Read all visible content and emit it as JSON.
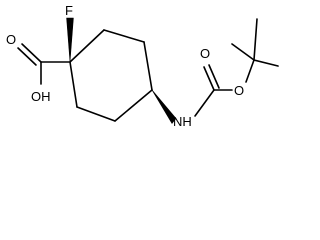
{
  "molecule": {
    "atoms": {
      "fluorine": "F",
      "carbonyl_o_acid": "O",
      "hydroxyl": "OH",
      "amine": "NH",
      "carbonyl_o_carbamate": "O",
      "ester_o": "O"
    }
  },
  "colors": {
    "bond": "#000000",
    "text": "#000000",
    "background": "#ffffff"
  }
}
